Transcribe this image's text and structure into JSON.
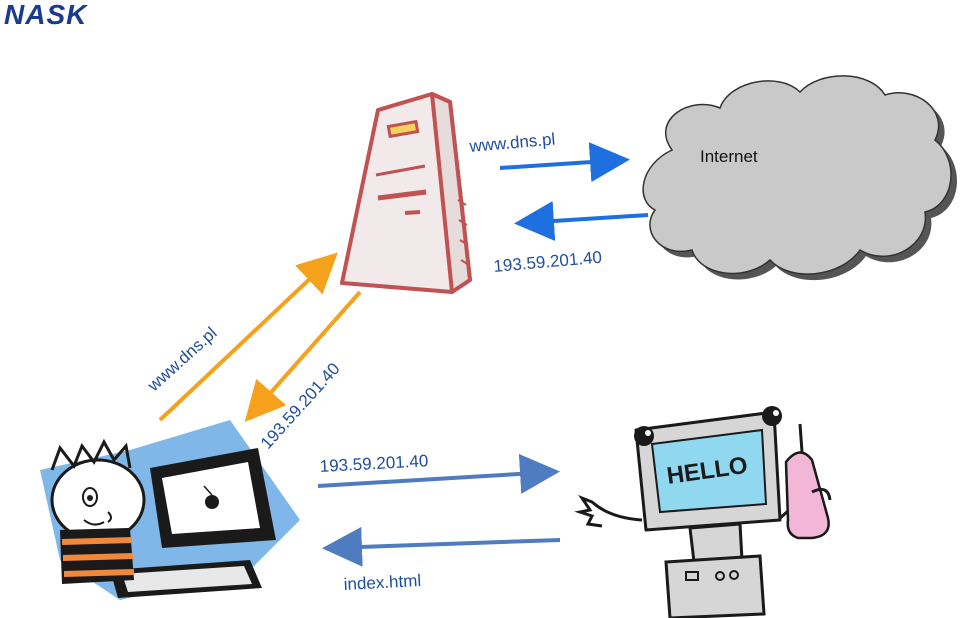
{
  "logo": {
    "text": "NASK"
  },
  "cloud": {
    "label": "Internet"
  },
  "labels": {
    "server_to_internet": "www.dns.pl",
    "internet_to_server": "193.59.201.40",
    "client_to_server": "www.dns.pl",
    "server_to_client": "193.59.201.40",
    "client_to_web": "193.59.201.40",
    "web_to_client": "index.html"
  },
  "webserver": {
    "screen_text": "HELLO"
  },
  "colors": {
    "arrow_blue": "#1e6fe0",
    "arrow_steel": "#4f7cc0",
    "arrow_orange": "#f5a11c",
    "cloud_fill": "#c9c9c9",
    "server_stroke": "#c25252",
    "label_text": "#1f4e9c"
  }
}
